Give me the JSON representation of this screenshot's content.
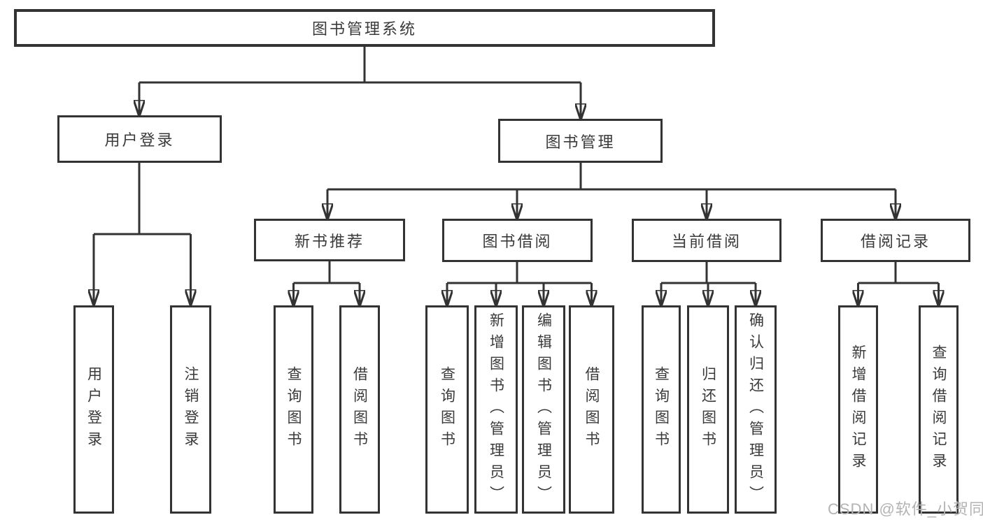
{
  "tree": {
    "label": "图书管理系统",
    "children": [
      {
        "label": "用户登录",
        "children": [
          {
            "label": "用户登录"
          },
          {
            "label": "注销登录"
          }
        ]
      },
      {
        "label": "图书管理",
        "children": [
          {
            "label": "新书推荐",
            "children": [
              {
                "label": "查询图书"
              },
              {
                "label": "借阅图书"
              }
            ]
          },
          {
            "label": "图书借阅",
            "children": [
              {
                "label": "查询图书"
              },
              {
                "label": "新增图书（管理员）"
              },
              {
                "label": "编辑图书（管理员）"
              },
              {
                "label": "借阅图书"
              }
            ]
          },
          {
            "label": "当前借阅",
            "children": [
              {
                "label": "查询图书"
              },
              {
                "label": "归还图书"
              },
              {
                "label": "确认归还（管理员）"
              }
            ]
          },
          {
            "label": "借阅记录",
            "children": [
              {
                "label": "新增借阅记录"
              },
              {
                "label": "查询借阅记录"
              }
            ]
          }
        ]
      }
    ]
  },
  "watermark": {
    "text": "CSDN @软件_小贺同学",
    "color": "#b3b3b3"
  },
  "colors": {
    "line": "#333333",
    "box_border": "#333333",
    "text": "#3a3a3a",
    "background": "#ffffff"
  }
}
